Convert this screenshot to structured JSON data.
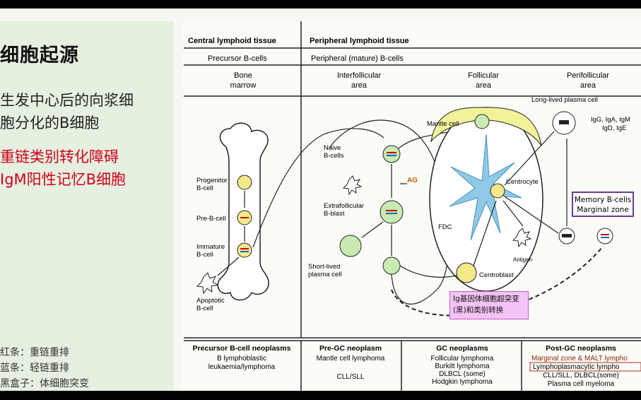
{
  "left_panel": {
    "title": "细胞起源",
    "bullet1_line1": "生发中心后的向浆细",
    "bullet1_line2": "胞分化的B细胞",
    "red_line1": "重链类别转化障碍",
    "red_line2": "IgM阳性记忆B细胞",
    "legend": [
      "红条：重链重排",
      "蓝条：轻链重排",
      "黑盒子：体细胞突变"
    ]
  },
  "diagram": {
    "header_left": "Central lymphoid tissue",
    "header_right": "Peripheral lymphoid tissue",
    "sub_left": "Precursor B-cells",
    "sub_right": "Peripheral (mature) B-cells",
    "columns": [
      "Bone marrow",
      "Interfollicular area",
      "Follicular area",
      "Perifollicular area"
    ],
    "bone_cells": [
      "Progenitor B-cell",
      "Pre-B-cell",
      "Immature B-cell",
      "Apoptotic B-cell"
    ],
    "inter_cells": [
      "Naive B-cells",
      "AG",
      "Extrafollicular B-blast",
      "Short-lived plasma cell"
    ],
    "follicle_labels": [
      "Mantle cell",
      "FDC",
      "Centrocyte",
      "Centroblast",
      "Antigen"
    ],
    "peri_labels": [
      "Long-lived plasma cell",
      "IgG, IgA, IgM",
      "IgD, IgE"
    ],
    "memory_box": [
      "Memory B-cells",
      "Marginal zone"
    ],
    "pink_box": "Ig基因体细胞超突变(黑)和类别转换",
    "neoplasms": {
      "precursor": {
        "title": "Precursor B-cell neoplasms",
        "items": [
          "B lymphoblastic",
          "leukaemia/lymphoma"
        ]
      },
      "pre_gc": {
        "title": "Pre-GC neoplasm",
        "items": [
          "Mantle cell lymphoma",
          "CLL/SLL"
        ]
      },
      "gc": {
        "title": "GC neoplasms",
        "items": [
          "Follicular lymphoma",
          "Burkitt lymphoma",
          "DLBCL (some)",
          "Hodgkin lymphoma"
        ]
      },
      "post_gc": {
        "title": "Post-GC neoplasms",
        "items": [
          "Marginal zone & MALT lympho",
          "Lymphoplasmacytic lympho",
          "CLL/SLL, DLBCL(some)",
          "Plasma cell myeloma"
        ]
      }
    }
  },
  "colors": {
    "left_bg": "#e6f0e0",
    "red_text": "#d0021b",
    "pink_box": "#f3c4f5",
    "follicle_cap": "#f2f29a",
    "fdc": "#8ecae6",
    "cell_green": "#c9eab0",
    "cell_yellow": "#f3e98a"
  }
}
